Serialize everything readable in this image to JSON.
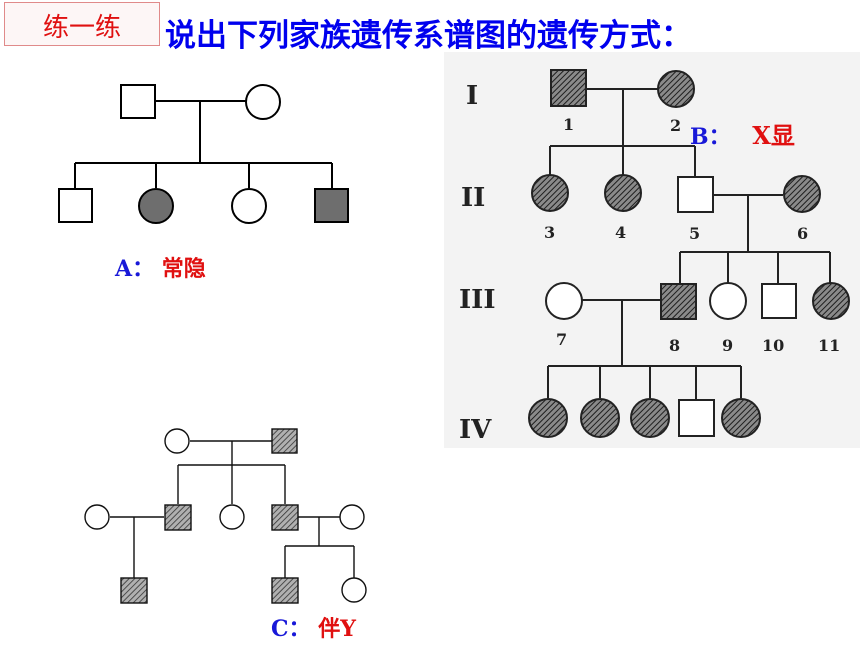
{
  "header": {
    "badge": "练一练",
    "title": "说出下列家族遗传系谱图的遗传方式："
  },
  "pedigree_a": {
    "label_key": "A：",
    "label_value": "常隐"
  },
  "pedigree_b": {
    "label_key": "B：",
    "label_value": "X显",
    "generations": [
      "I",
      "II",
      "III",
      "IV"
    ],
    "individual_numbers": [
      "1",
      "2",
      "3",
      "4",
      "5",
      "6",
      "7",
      "8",
      "9",
      "10",
      "11"
    ]
  },
  "pedigree_c": {
    "label_key": "C：",
    "label_value": "伴Y"
  },
  "colors": {
    "title": "#0000ee",
    "answer": "#e01010",
    "label_key": "#1818d8",
    "affected_solid": "#6e6e6e",
    "affected_hatched": "#4a4a4a"
  }
}
